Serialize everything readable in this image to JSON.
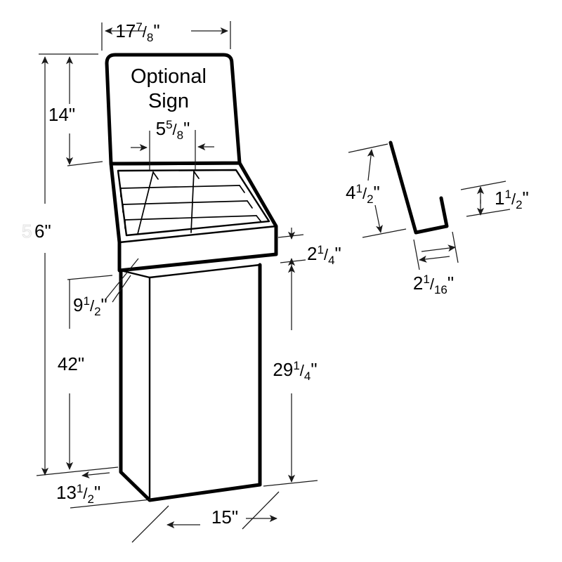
{
  "drawing": {
    "title": "Floor display stand dimensioned drawing",
    "units": "inches",
    "line_color": "#000000",
    "dimension_color": "#1a1a1a",
    "background": "#ffffff"
  },
  "sign": {
    "line1": "Optional",
    "line2": "Sign"
  },
  "dimensions": {
    "sign_width": {
      "whole": "17",
      "numerator": "7",
      "denominator": "8",
      "unit": "\""
    },
    "sign_height": {
      "whole": "14",
      "unit": "\""
    },
    "overall_height": {
      "whole": "56",
      "unit": "\"",
      "faded_digit": "5",
      "bold_digit": "6"
    },
    "compartment_width": {
      "whole": "5",
      "numerator": "5",
      "denominator": "8",
      "unit": "\""
    },
    "tray_depth_front": {
      "whole": "9",
      "numerator": "1",
      "denominator": "2",
      "unit": "\""
    },
    "base_height": {
      "whole": "42",
      "unit": "\""
    },
    "tray_lip": {
      "whole": "2",
      "numerator": "1",
      "denominator": "4",
      "unit": "\""
    },
    "body_height": {
      "whole": "29",
      "numerator": "1",
      "denominator": "4",
      "unit": "\""
    },
    "base_depth": {
      "whole": "13",
      "numerator": "1",
      "denominator": "2",
      "unit": "\""
    },
    "base_width": {
      "whole": "15",
      "unit": "\""
    }
  },
  "profile": {
    "name": "J-channel cross-section",
    "tall_leg": {
      "whole": "4",
      "numerator": "1",
      "denominator": "2",
      "unit": "\""
    },
    "short_leg": {
      "whole": "1",
      "numerator": "1",
      "denominator": "2",
      "unit": "\""
    },
    "width": {
      "whole": "2",
      "numerator": "1",
      "denominator": "16",
      "unit": "\""
    }
  },
  "tray": {
    "columns": 3,
    "rows": 4,
    "compartments": 12
  }
}
